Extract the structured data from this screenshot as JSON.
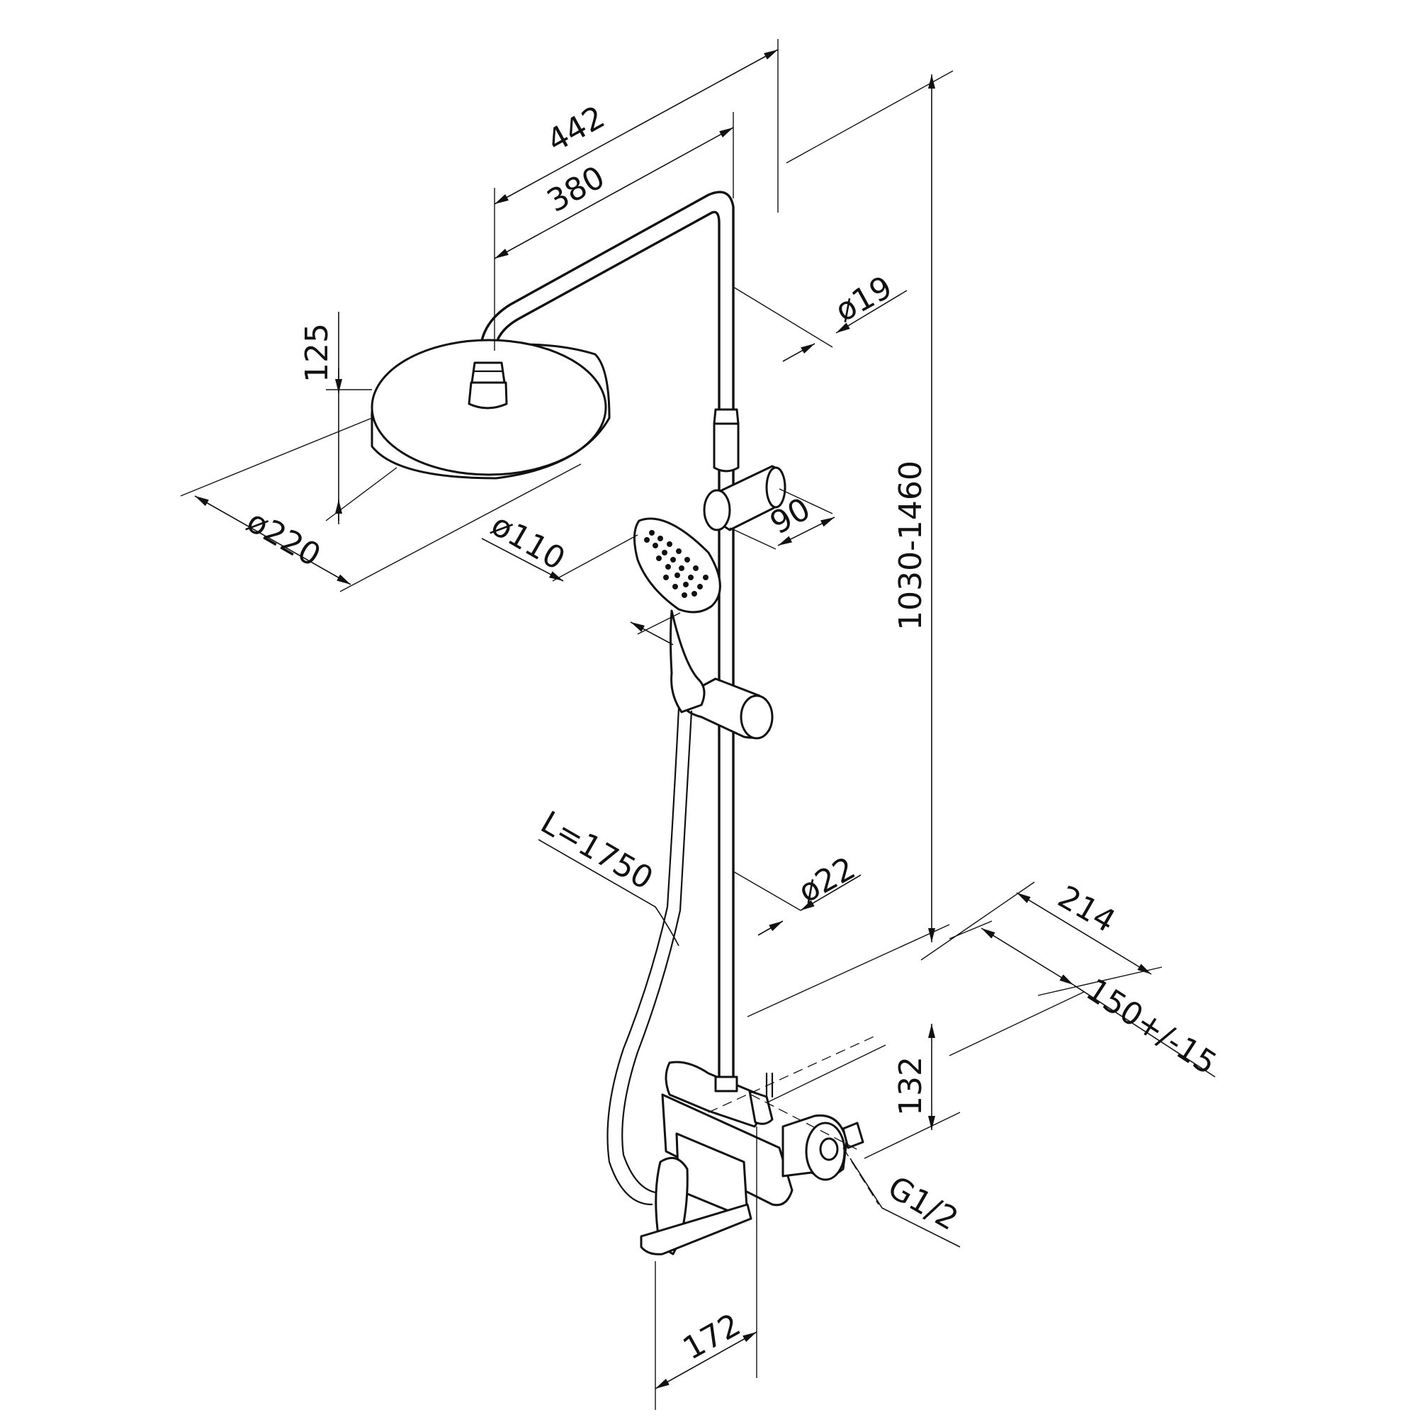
{
  "drawing": {
    "dimensions": {
      "arm_outer": "442",
      "arm_inner": "380",
      "pipe_upper_diameter": "ø19",
      "head_height": "125",
      "head_diameter": "ø220",
      "holder_offset": "90",
      "hand_shower_diameter": "ø110",
      "total_height": "1030-1460",
      "hose_length": "L=1750",
      "pipe_lower_diameter": "ø22",
      "wall_depth": "214",
      "inlet_spacing": "150+/-15",
      "mixer_height": "132",
      "thread": "G1/2",
      "spout_offset": "172"
    }
  }
}
